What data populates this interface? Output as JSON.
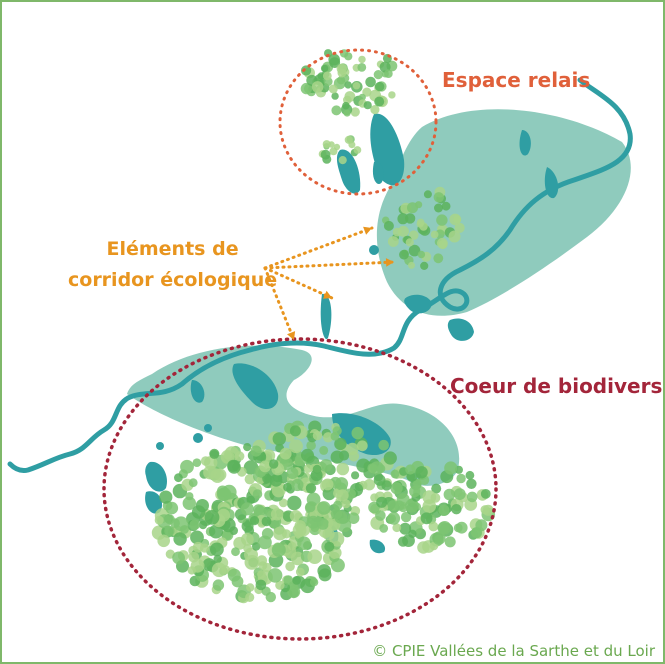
{
  "labels": {
    "espace_relais": "Espace relais",
    "corridor_line1": "Eléments de",
    "corridor_line2": "corridor écologique",
    "coeur": "Coeur de biodiversité"
  },
  "credit": "© CPIE Vallées de la Sarthe et du Loir",
  "colors": {
    "relais_label": "#e0603a",
    "corridor_label": "#e8951f",
    "coeur_label": "#a3253a",
    "water": "#2f9ea3",
    "wetland": "#8fcbbd",
    "tree_light": "#a8d58a",
    "tree_mid": "#7cc472",
    "tree_dark": "#5cb35c",
    "frame": "#7fb86a",
    "credit": "#6aa84f"
  }
}
